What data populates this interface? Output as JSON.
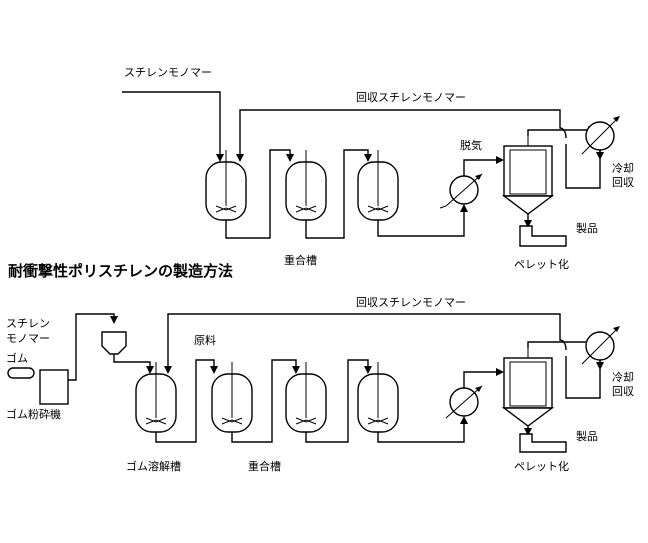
{
  "title": "耐衝撃性ポリスチレンの製造方法",
  "top": {
    "feed_label": "スチレンモノマー",
    "recycle_label": "回収スチレンモノマー",
    "degas_label": "脱気",
    "cool_label_1": "冷却",
    "cool_label_2": "回収",
    "product_label": "製品",
    "pellet_label": "ペレット化",
    "reactor_label": "重合槽"
  },
  "bottom": {
    "styrene_label_1": "スチレン",
    "styrene_label_2": "モノマー",
    "rubber_label": "ゴム",
    "crusher_label": "ゴム粉砕機",
    "raw_label": "原料",
    "recycle_label": "回収スチレンモノマー",
    "cool_label_1": "冷却",
    "cool_label_2": "回収",
    "product_label": "製品",
    "pellet_label": "ペレット化",
    "dissolve_label": "ゴム溶解槽",
    "reactor_label": "重合槽"
  }
}
